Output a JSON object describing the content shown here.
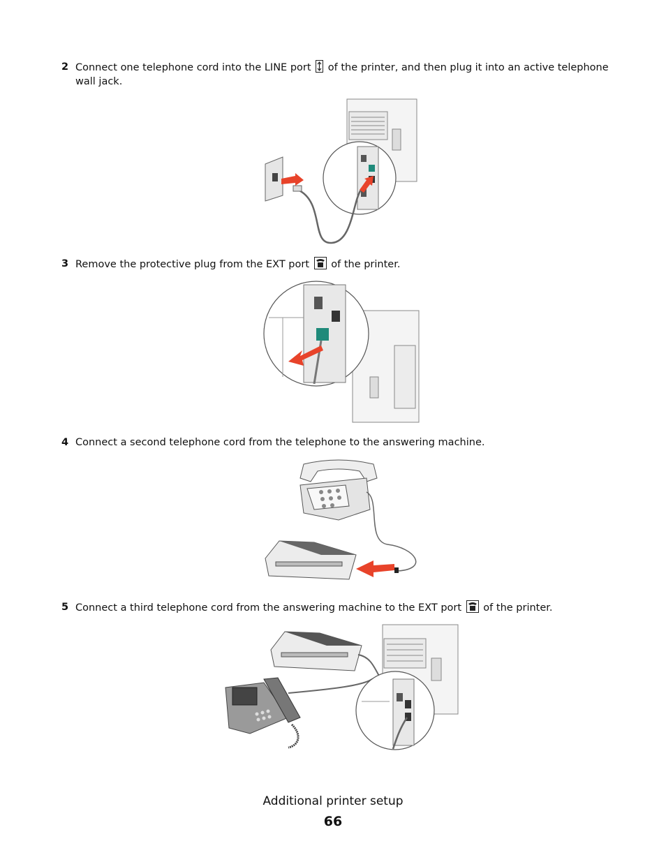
{
  "steps": [
    {
      "number": "2",
      "before": "Connect one telephone cord into the LINE port",
      "icon": "line-port-icon",
      "after": "of the printer, and then plug it into an active telephone wall jack."
    },
    {
      "number": "3",
      "before": "Remove the protective plug from the EXT port",
      "icon": "ext-port-icon",
      "after": "of the printer."
    },
    {
      "number": "4",
      "before": "Connect a second telephone cord from the telephone to the answering machine.",
      "icon": "",
      "after": ""
    },
    {
      "number": "5",
      "before": "Connect a third telephone cord from the answering machine to the EXT port",
      "icon": "ext-port-icon",
      "after": "of the printer."
    }
  ],
  "footer": {
    "title": "Additional printer setup",
    "page": "66"
  },
  "colors": {
    "arrow": "#e8432a",
    "connector": "#1f8a7a",
    "line": "#555555"
  }
}
